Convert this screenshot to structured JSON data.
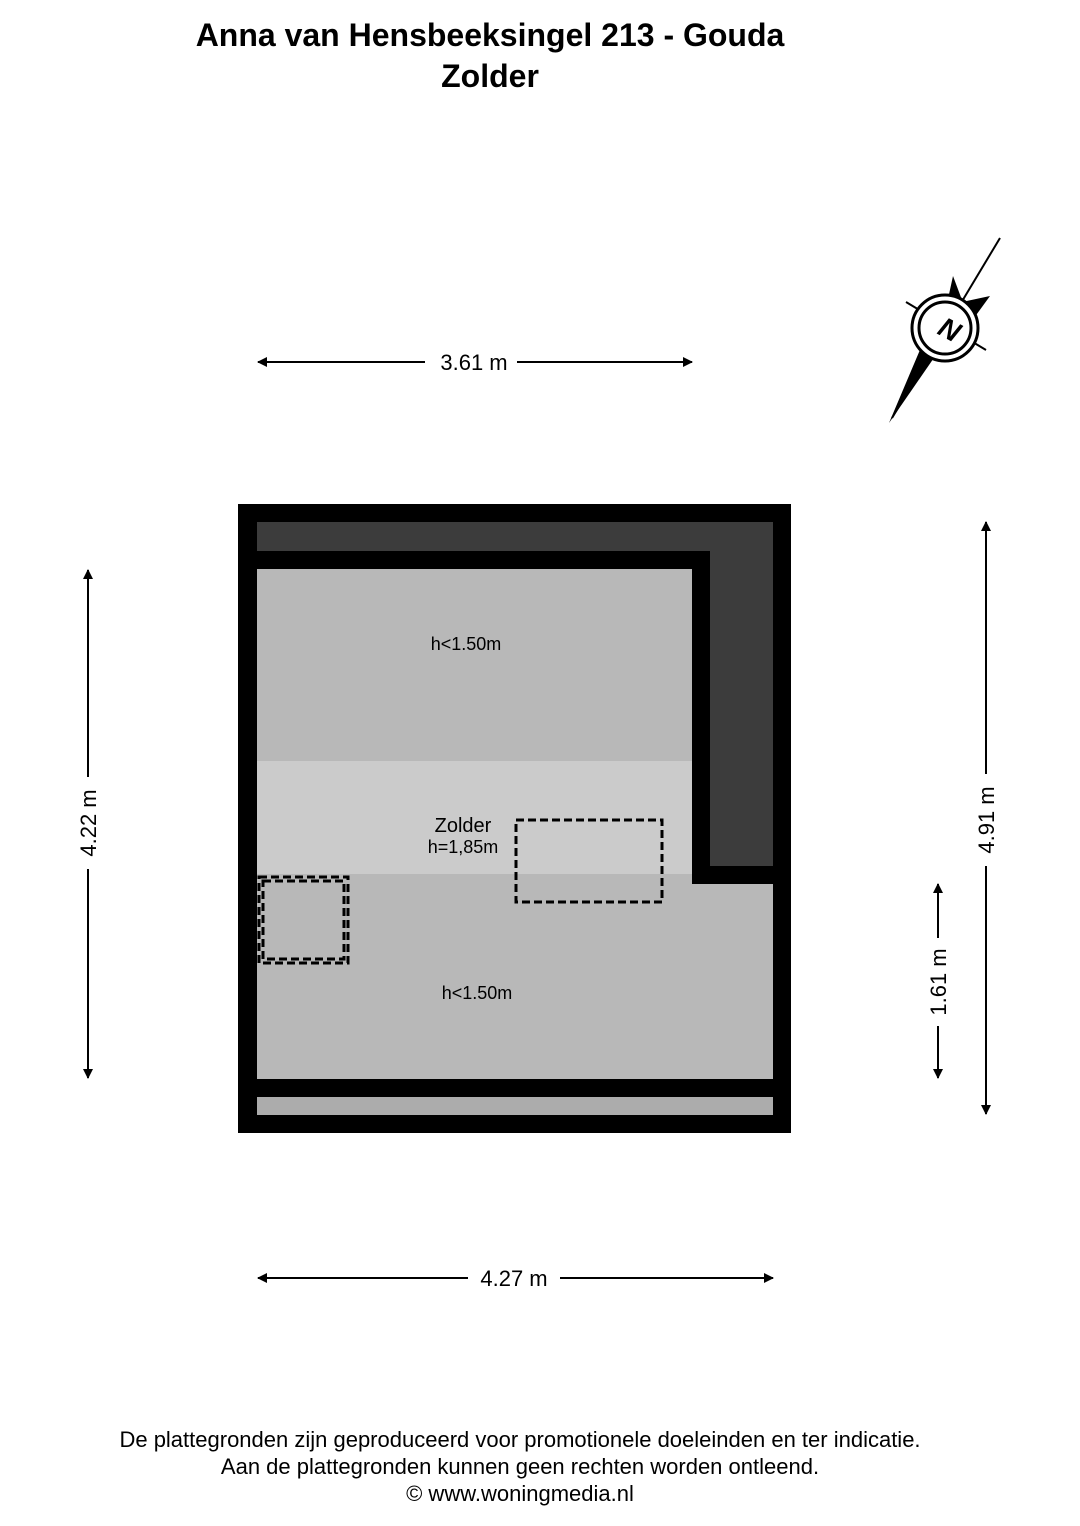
{
  "header": {
    "address": "Anna van Hensbeeksingel 213 - Gouda",
    "floor": "Zolder"
  },
  "room": {
    "name": "Zolder",
    "height": "h=1,85m",
    "zone_top_label": "h<1.50m",
    "zone_bottom_label": "h<1.50m"
  },
  "dimensions": {
    "top_width": "3.61 m",
    "bottom_width": "4.27 m",
    "left_height": "4.22 m",
    "right_height": "4.91 m",
    "right_inner_height": "1.61 m"
  },
  "compass": {
    "letter": "N"
  },
  "footer": {
    "line1": "De plattegronden zijn geproduceerd voor promotionele doeleinden en ter indicatie.",
    "line2": "Aan de plattegronden kunnen geen rechten worden ontleend.",
    "line3": "© www.woningmedia.nl"
  },
  "colors": {
    "wall": "#000000",
    "eaves": "#3c3c3c",
    "low_zone": "#b8b8b8",
    "full_height_zone": "#cbcbcb",
    "strip": "#acacac"
  }
}
